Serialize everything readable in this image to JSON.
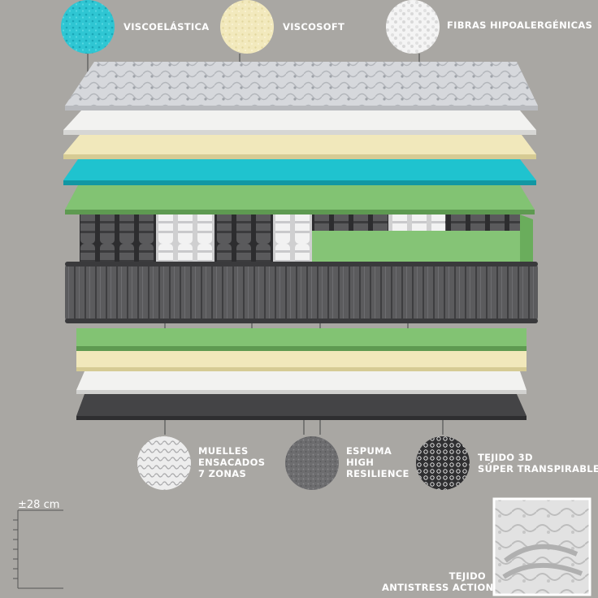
{
  "labels": {
    "top": [
      "VISCOELÁSTICA",
      "VISCOSOFT",
      "FIBRAS HIPOALERGÉNICAS"
    ],
    "muelles": [
      "MUELLES",
      "ENSACADOS",
      "7 ZONAS"
    ],
    "espuma": [
      "ESPUMA",
      "HIGH",
      "RESILIENCE"
    ],
    "tejido3d": [
      "TEJIDO 3D",
      "SÚPER TRANSPIRABLE"
    ],
    "tejido_anti": [
      "TEJIDO",
      "ANTISTRESS ACTION"
    ]
  },
  "height_label": "±28 cm",
  "colors": {
    "background": "#a9a7a3",
    "visco_teal": "#1ec3cf",
    "viscosoft_yellow": "#efe6b8",
    "fiber_white": "#f3f3f1",
    "green_foam": "#7ebd6e",
    "border_gray": "#5a5a5a",
    "base_dark": "#3f3f41"
  }
}
